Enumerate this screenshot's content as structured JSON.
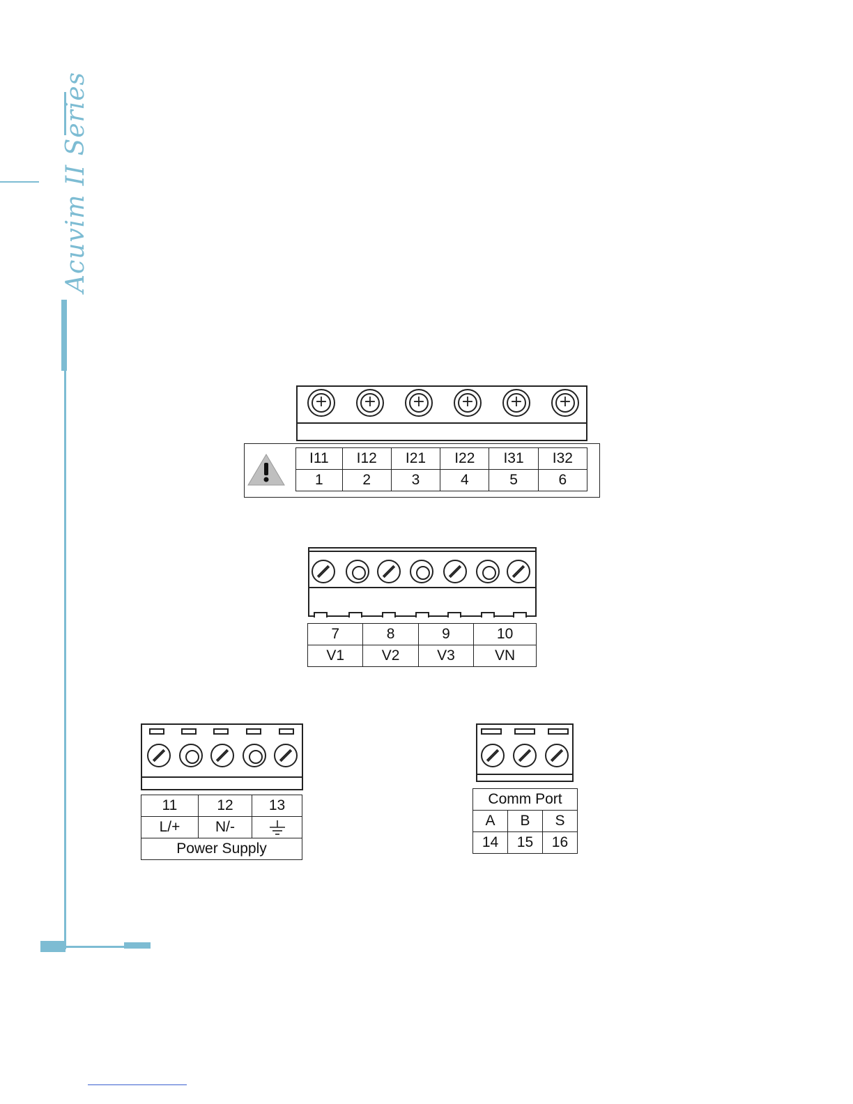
{
  "brand": "Acuvim II Series",
  "current_terminals": {
    "codes": [
      "I11",
      "I12",
      "I21",
      "I22",
      "I31",
      "I32"
    ],
    "numbers": [
      "1",
      "2",
      "3",
      "4",
      "5",
      "6"
    ]
  },
  "voltage_terminals": {
    "numbers": [
      "7",
      "8",
      "9",
      "10"
    ],
    "codes": [
      "V1",
      "V2",
      "V3",
      "VN"
    ]
  },
  "power_supply": {
    "numbers": [
      "11",
      "12",
      "13"
    ],
    "codes": [
      "L/+",
      "N/-"
    ],
    "ground_icon": "ground-icon",
    "label": "Power Supply"
  },
  "comm_port": {
    "title": "Comm Port",
    "codes": [
      "A",
      "B",
      "S"
    ],
    "numbers": [
      "14",
      "15",
      "16"
    ]
  },
  "colors": {
    "accent": "#7dbcd3",
    "line": "#222222",
    "warning": "#bfbfbf"
  }
}
